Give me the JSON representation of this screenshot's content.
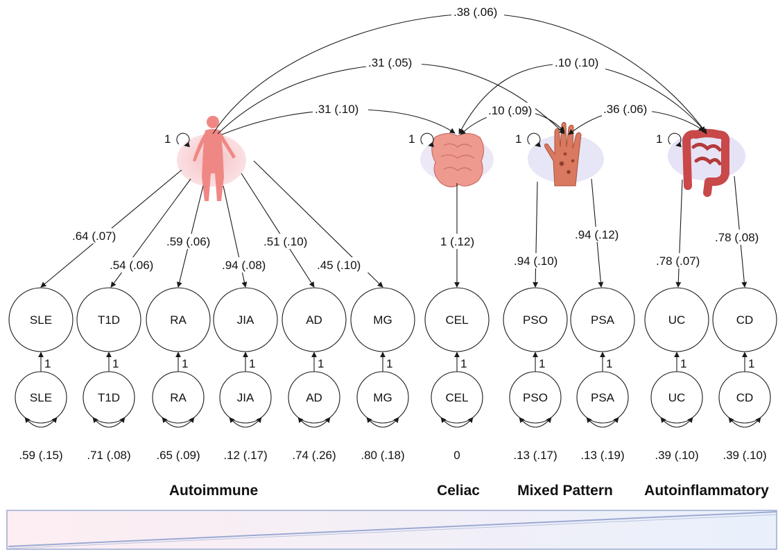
{
  "latent_factors": [
    {
      "id": "autoimmune",
      "variance_label": "1",
      "figure": "human-body"
    },
    {
      "id": "celiac",
      "variance_label": "1",
      "figure": "small-intestine"
    },
    {
      "id": "mixed",
      "variance_label": "1",
      "figure": "hand-with-psoriasis"
    },
    {
      "id": "autoinflammatory",
      "variance_label": "1",
      "figure": "colon"
    }
  ],
  "correlations": [
    {
      "from": "autoimmune",
      "to": "autoinflammatory",
      "label": ".38 (.06)"
    },
    {
      "from": "autoimmune",
      "to": "mixed",
      "label": ".31 (.05)"
    },
    {
      "from": "autoimmune",
      "to": "celiac",
      "label": ".31 (.10)"
    },
    {
      "from": "autoinflammatory",
      "to": "celiac",
      "label": ".10 (.10)"
    },
    {
      "from": "celiac",
      "to": "mixed",
      "label": ".10 (.09)"
    },
    {
      "from": "autoinflammatory",
      "to": "mixed",
      "label": ".36 (.06)"
    }
  ],
  "loadings": [
    {
      "factor": "autoimmune",
      "indicator": "SLE",
      "label": ".64 (.07)"
    },
    {
      "factor": "autoimmune",
      "indicator": "T1D",
      "label": ".54 (.06)"
    },
    {
      "factor": "autoimmune",
      "indicator": "RA",
      "label": ".59 (.06)"
    },
    {
      "factor": "autoimmune",
      "indicator": "JIA",
      "label": ".94 (.08)"
    },
    {
      "factor": "autoimmune",
      "indicator": "AD",
      "label": ".51 (.10)"
    },
    {
      "factor": "autoimmune",
      "indicator": "MG",
      "label": ".45 (.10)"
    },
    {
      "factor": "celiac",
      "indicator": "CEL",
      "label": "1 (.12)"
    },
    {
      "factor": "mixed",
      "indicator": "PSO",
      "label": ".94 (.10)"
    },
    {
      "factor": "mixed",
      "indicator": "PSA",
      "label": ".94 (.12)"
    },
    {
      "factor": "autoinflammatory",
      "indicator": "UC",
      "label": ".78 (.07)"
    },
    {
      "factor": "autoinflammatory",
      "indicator": "CD",
      "label": ".78 (.08)"
    }
  ],
  "indicators": [
    {
      "name": "SLE",
      "residual_name": "SLE",
      "path_label": "1",
      "residual_variance": ".59 (.15)"
    },
    {
      "name": "T1D",
      "residual_name": "T1D",
      "path_label": "1",
      "residual_variance": ".71 (.08)"
    },
    {
      "name": "RA",
      "residual_name": "RA",
      "path_label": "1",
      "residual_variance": ".65 (.09)"
    },
    {
      "name": "JIA",
      "residual_name": "JIA",
      "path_label": "1",
      "residual_variance": ".12 (.17)"
    },
    {
      "name": "AD",
      "residual_name": "AD",
      "path_label": "1",
      "residual_variance": ".74 (.26)"
    },
    {
      "name": "MG",
      "residual_name": "MG",
      "path_label": "1",
      "residual_variance": ".80 (.18)"
    },
    {
      "name": "CEL",
      "residual_name": "CEL",
      "path_label": "1",
      "residual_variance": "0"
    },
    {
      "name": "PSO",
      "residual_name": "PSO",
      "path_label": "1",
      "residual_variance": ".13 (.17)"
    },
    {
      "name": "PSA",
      "residual_name": "PSA",
      "path_label": "1",
      "residual_variance": ".13 (.19)"
    },
    {
      "name": "UC",
      "residual_name": "UC",
      "path_label": "1",
      "residual_variance": ".39 (.10)"
    },
    {
      "name": "CD",
      "residual_name": "CD",
      "path_label": "1",
      "residual_variance": ".39 (.10)"
    }
  ],
  "groups": [
    {
      "label": "Autoimmune"
    },
    {
      "label": "Celiac"
    },
    {
      "label": "Mixed Pattern"
    },
    {
      "label": "Autoinflammatory"
    }
  ],
  "colors": {
    "autoimmune_fill": "#f8d3d6",
    "disease_fill": "#e7e6f6",
    "human_figure": "#f08a86",
    "intestine": "#ee9a8f",
    "hand": "#d9795f",
    "colon": "#c9484a",
    "gradient_start": "#fdeef2",
    "gradient_end": "#e9f0fb",
    "gradient_border": "#9aa9d2"
  }
}
